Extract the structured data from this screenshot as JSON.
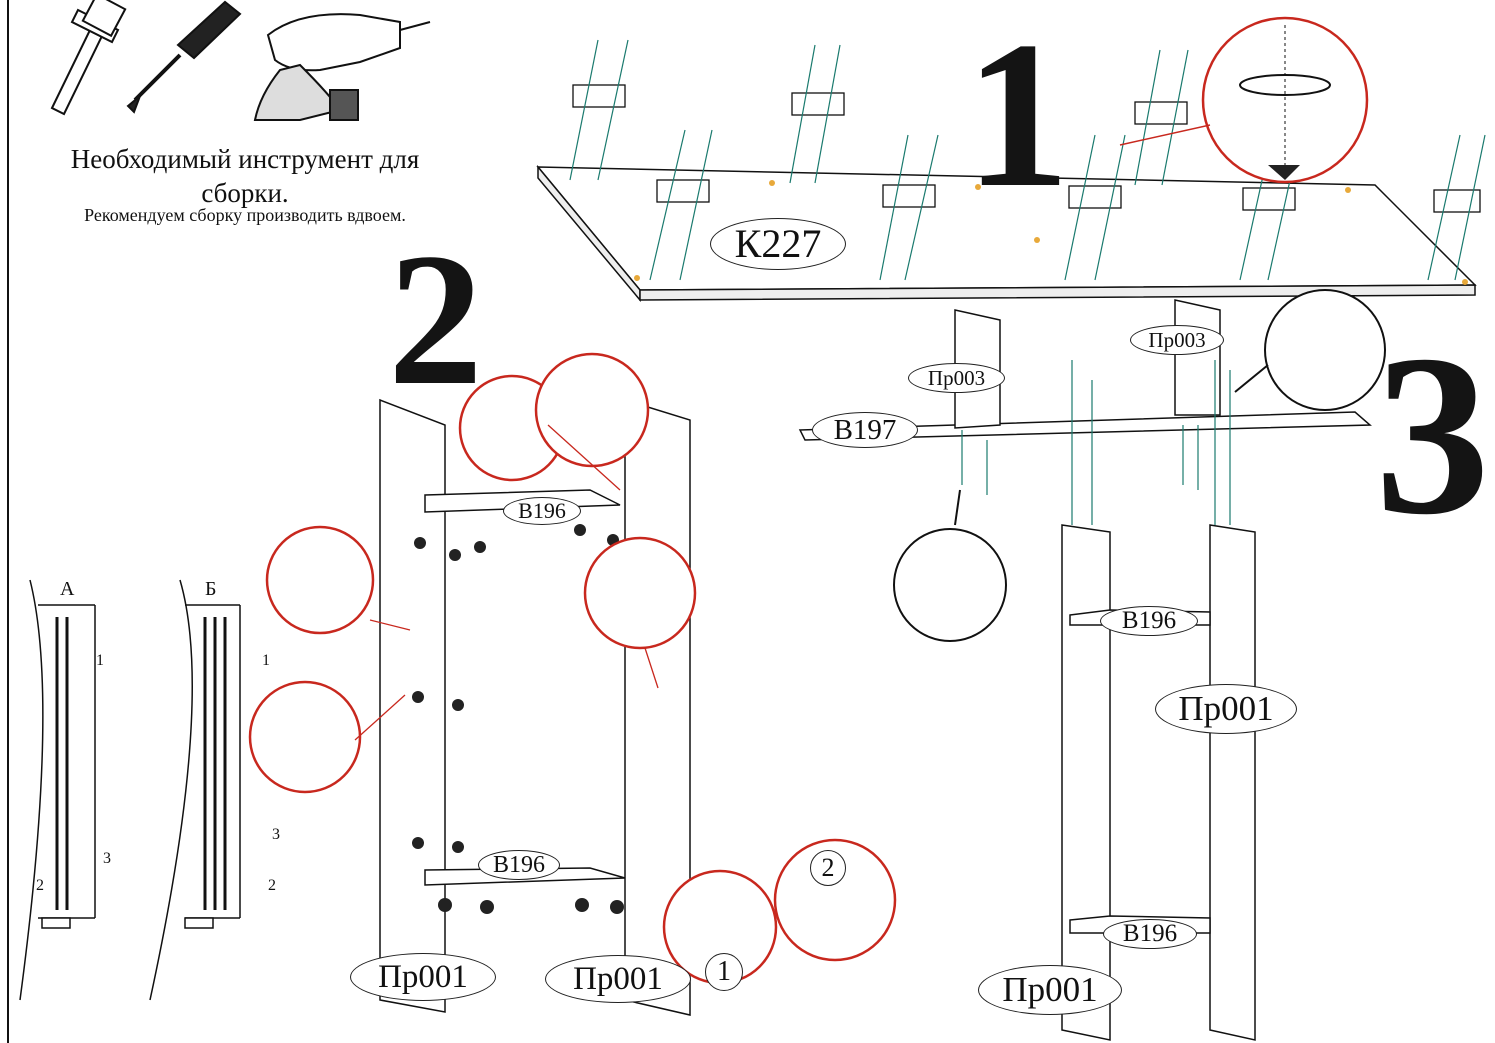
{
  "tools": {
    "caption_line1": "Необходимый инструмент для",
    "caption_line2": "сборки.",
    "note": "Рекомендуем сборку производить вдвоем."
  },
  "steps": {
    "one": "1",
    "two": "2",
    "three": "3"
  },
  "parts": {
    "top_panel": "К227",
    "shelf_b196_upper": "В196",
    "shelf_b196_lower": "В196",
    "side_left": "Пр001",
    "side_right": "Пр001",
    "rail_b197": "В197",
    "post_left": "Пр003",
    "post_right": "Пр003",
    "frame_shelf_top": "В196",
    "frame_shelf_bottom": "В196",
    "frame_side_right": "Пр001",
    "frame_side_bottom": "Пр001"
  },
  "door_detail": {
    "variant_a": "А",
    "variant_b": "Б",
    "arrow_1a": "1",
    "arrow_2a": "2",
    "arrow_3a": "3",
    "arrow_1b": "1",
    "arrow_2b": "2",
    "arrow_3b": "3"
  },
  "hammer_steps": {
    "first": "1",
    "second": "2"
  }
}
